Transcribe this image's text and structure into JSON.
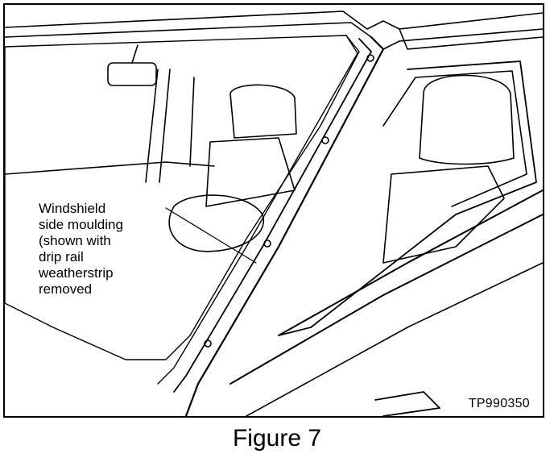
{
  "figure": {
    "callout_text": "Windshield\nside moulding\n(shown with\ndrip rail\nweatherstrip\nremoved",
    "id_code": "TP990350",
    "caption": "Figure 7"
  },
  "colors": {
    "ink": "#000000",
    "paper": "#ffffff"
  }
}
